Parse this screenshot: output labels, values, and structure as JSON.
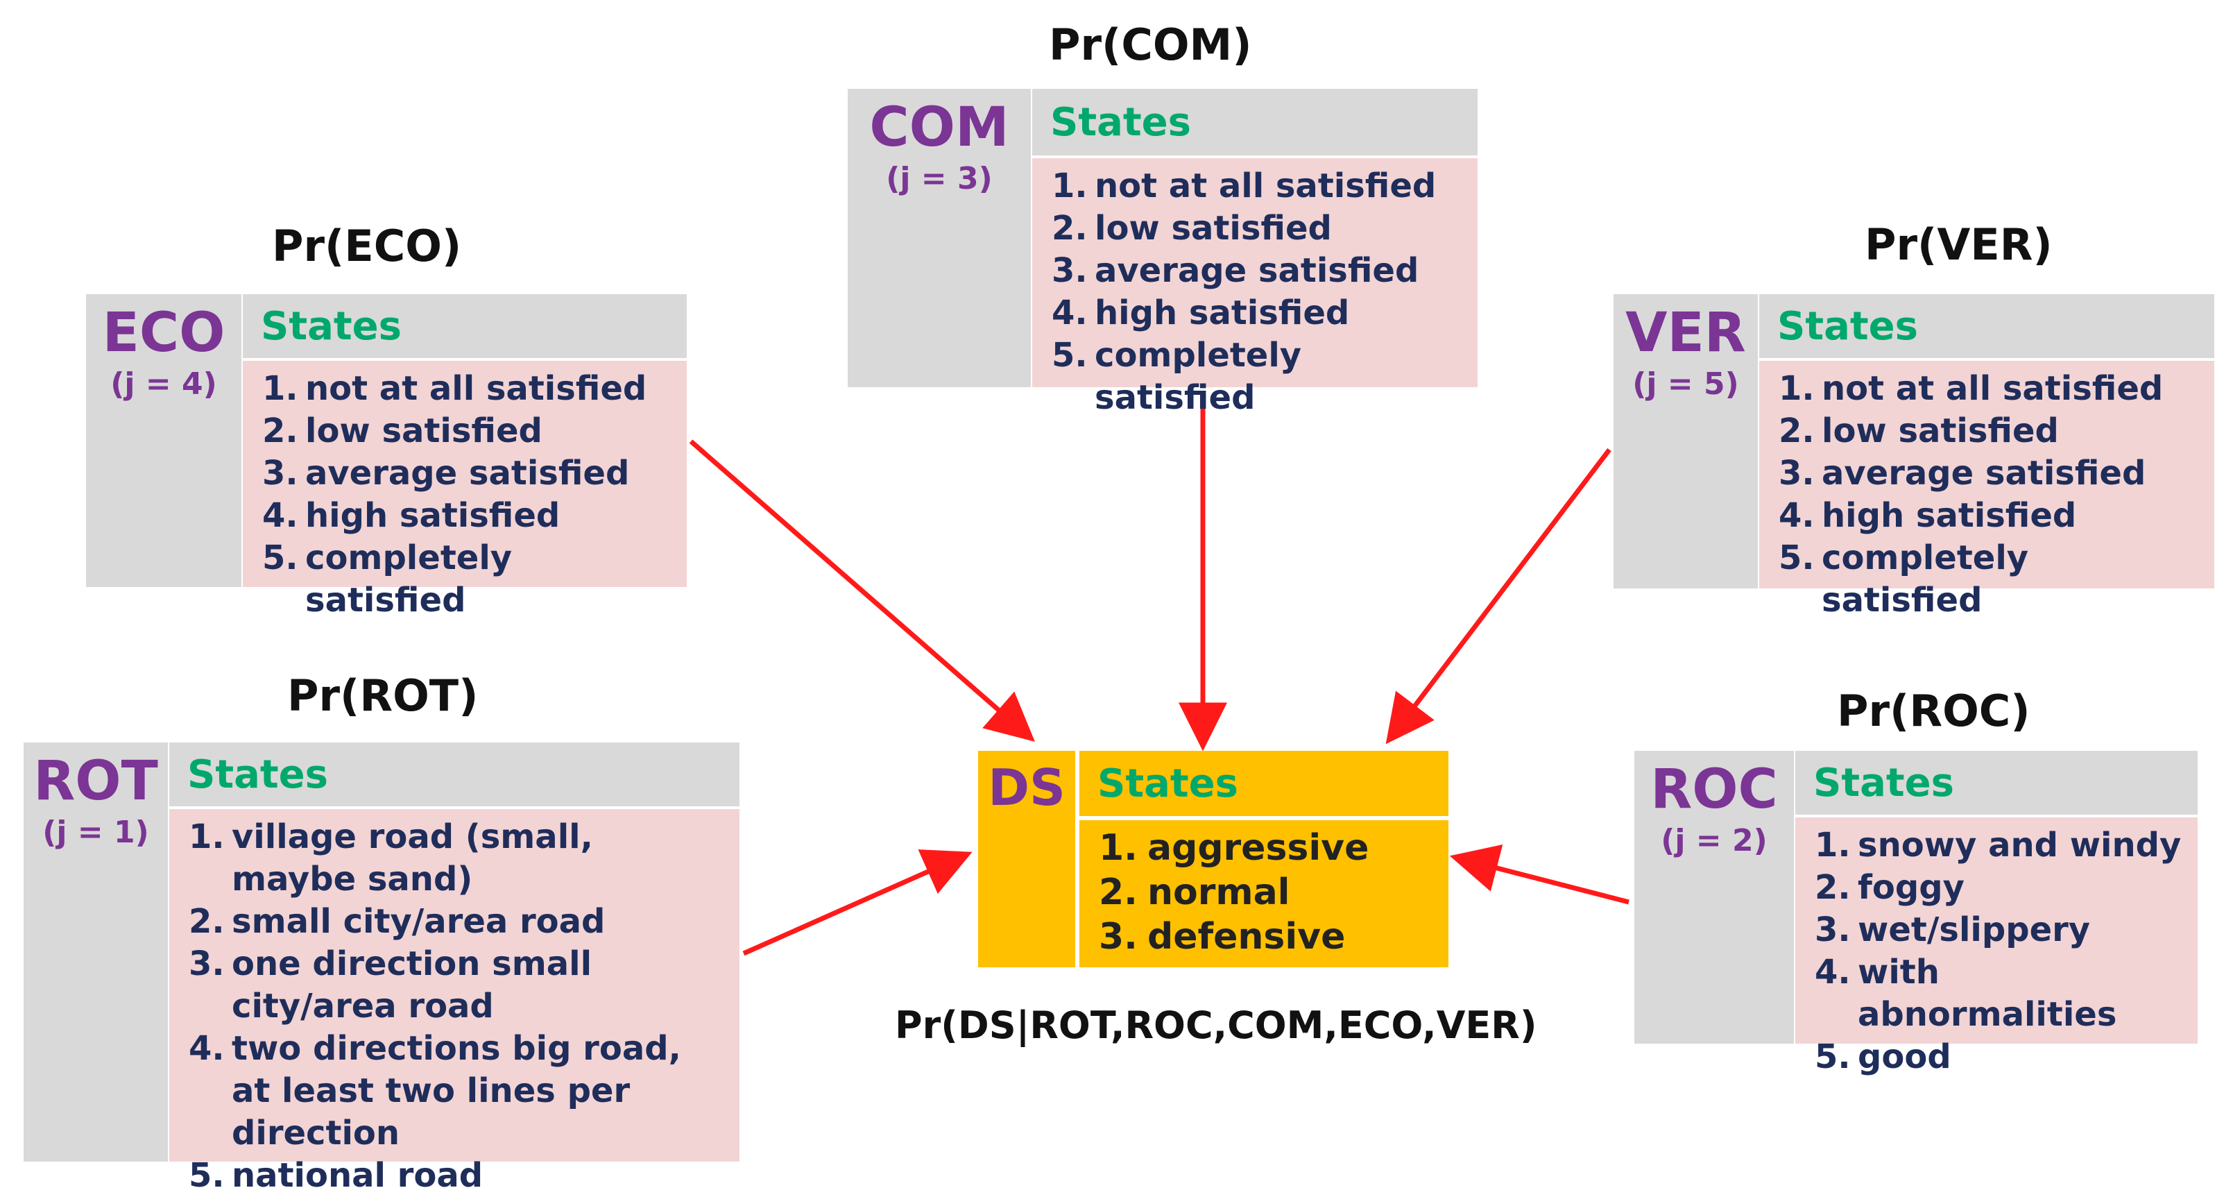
{
  "nodes": {
    "com": {
      "prob_label": "Pr(COM)",
      "name": "COM",
      "index": "(j = 3)",
      "states_header": "States",
      "states": [
        {
          "n": "1.",
          "label": "not at all satisfied"
        },
        {
          "n": "2.",
          "label": "low satisfied"
        },
        {
          "n": "3.",
          "label": "average satisfied"
        },
        {
          "n": "4.",
          "label": "high satisfied"
        },
        {
          "n": "5.",
          "label": "completely satisfied"
        }
      ]
    },
    "eco": {
      "prob_label": "Pr(ECO)",
      "name": "ECO",
      "index": "(j = 4)",
      "states_header": "States",
      "states": [
        {
          "n": "1.",
          "label": "not at all satisfied"
        },
        {
          "n": "2.",
          "label": "low satisfied"
        },
        {
          "n": "3.",
          "label": "average satisfied"
        },
        {
          "n": "4.",
          "label": "high satisfied"
        },
        {
          "n": "5.",
          "label": "completely satisfied"
        }
      ]
    },
    "ver": {
      "prob_label": "Pr(VER)",
      "name": "VER",
      "index": "(j = 5)",
      "states_header": "States",
      "states": [
        {
          "n": "1.",
          "label": "not at all satisfied"
        },
        {
          "n": "2.",
          "label": "low satisfied"
        },
        {
          "n": "3.",
          "label": "average satisfied"
        },
        {
          "n": "4.",
          "label": "high satisfied"
        },
        {
          "n": "5.",
          "label": "completely satisfied"
        }
      ]
    },
    "rot": {
      "prob_label": "Pr(ROT)",
      "name": "ROT",
      "index": "(j = 1)",
      "states_header": "States",
      "states": [
        {
          "n": "1.",
          "label": "village road (small, maybe sand)"
        },
        {
          "n": "2.",
          "label": "small city/area road"
        },
        {
          "n": "3.",
          "label": "one direction small city/area road"
        },
        {
          "n": "4.",
          "label": "two directions big road, at least two lines per direction"
        },
        {
          "n": "5.",
          "label": "national road"
        }
      ]
    },
    "roc": {
      "prob_label": "Pr(ROC)",
      "name": "ROC",
      "index": "(j = 2)",
      "states_header": "States",
      "states": [
        {
          "n": "1.",
          "label": "snowy and windy"
        },
        {
          "n": "2.",
          "label": "foggy"
        },
        {
          "n": "3.",
          "label": "wet/slippery"
        },
        {
          "n": "4.",
          "label": "with abnormalities"
        },
        {
          "n": "5.",
          "label": "good"
        }
      ]
    },
    "ds": {
      "prob_label": "Pr(DS|ROT,ROC,COM,ECO,VER)",
      "name": "DS",
      "states_header": "States",
      "states": [
        {
          "n": "1.",
          "label": "aggressive"
        },
        {
          "n": "2.",
          "label": "normal"
        },
        {
          "n": "3.",
          "label": "defensive"
        }
      ]
    }
  },
  "colors": {
    "var_name": "#7b3594",
    "states_header": "#00a86b",
    "state_text": "#1f2d5a",
    "gray_box": "#d9d9d9",
    "pink_box": "#f2d4d5",
    "ds_box": "#ffc000",
    "arrow": "#ff1a1a"
  }
}
